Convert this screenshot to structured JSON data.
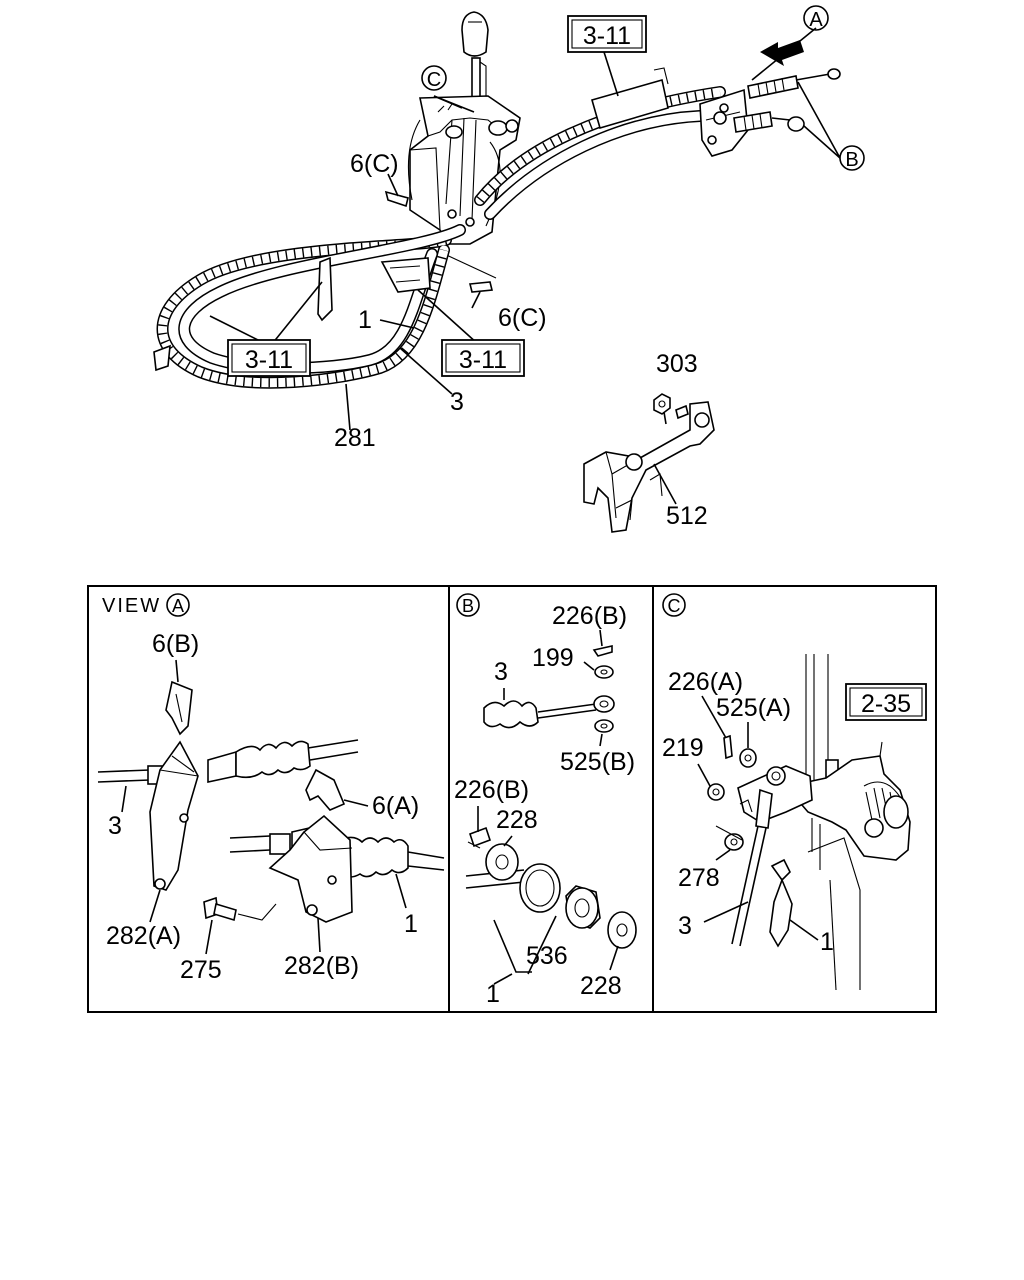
{
  "refs": {
    "ref_3_11_top": "3-11",
    "ref_3_11_left": "3-11",
    "ref_3_11_mid": "3-11",
    "ref_2_35": "2-35"
  },
  "markers": {
    "A": "A",
    "B": "B",
    "C": "C"
  },
  "main_labels": {
    "p6c_left": "6(C)",
    "p6c_right": "6(C)",
    "p1": "1",
    "p3": "3",
    "p281": "281",
    "p303": "303",
    "p512": "512"
  },
  "view_a": {
    "title": "VIEW",
    "p6b": "6(B)",
    "p6a": "6(A)",
    "p3": "3",
    "p1": "1",
    "p282a": "282(A)",
    "p275": "275",
    "p282b": "282(B)"
  },
  "view_b": {
    "p226b_top": "226(B)",
    "p199": "199",
    "p3": "3",
    "p525b": "525(B)",
    "p226b_mid": "226(B)",
    "p228_top": "228",
    "p536": "536",
    "p1": "1",
    "p228_bottom": "228"
  },
  "view_c": {
    "p226a": "226(A)",
    "p525a": "525(A)",
    "p219": "219",
    "p278": "278",
    "p3": "3",
    "p1": "1"
  },
  "icons": [
    "arrow-icon",
    "circled-letter-icon"
  ]
}
